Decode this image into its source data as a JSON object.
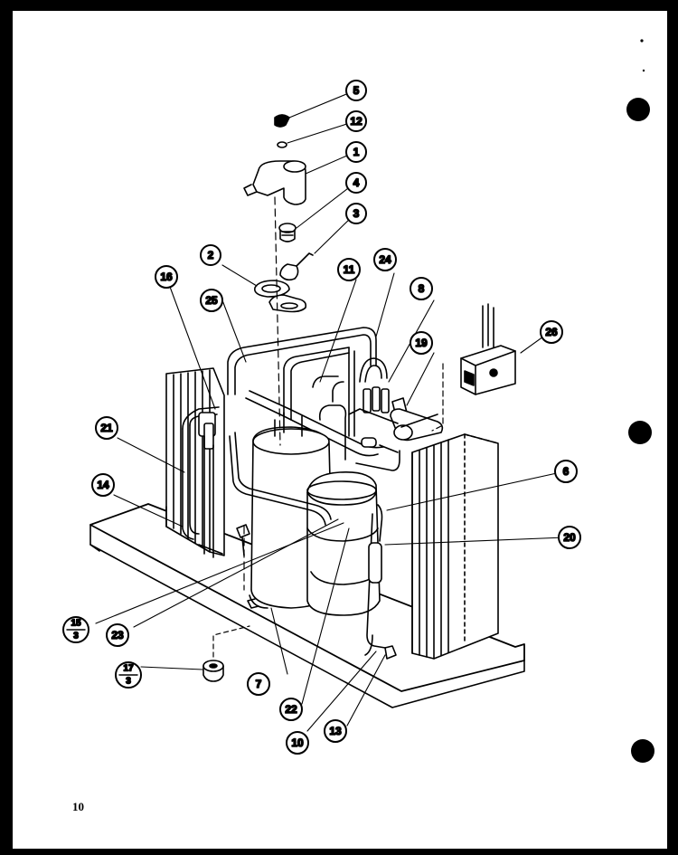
{
  "callouts": {
    "c1": "1",
    "c2": "2",
    "c3": "3",
    "c4": "4",
    "c5": "5",
    "c6": "6",
    "c7": "7",
    "c8": "8",
    "c10": "10",
    "c11": "11",
    "c12": "12",
    "c13": "13",
    "c14": "14",
    "c16": "16",
    "c19": "19",
    "c20": "20",
    "c21": "21",
    "c22": "22",
    "c23": "23",
    "c24": "24",
    "c25": "25",
    "c26": "26",
    "c15_top": "15",
    "c15_bottom": "3",
    "c17_top": "17",
    "c17_bottom": "3"
  },
  "page_number": "10",
  "colors": {
    "ink": "#000000",
    "paper": "#ffffff",
    "background": "#000000"
  }
}
